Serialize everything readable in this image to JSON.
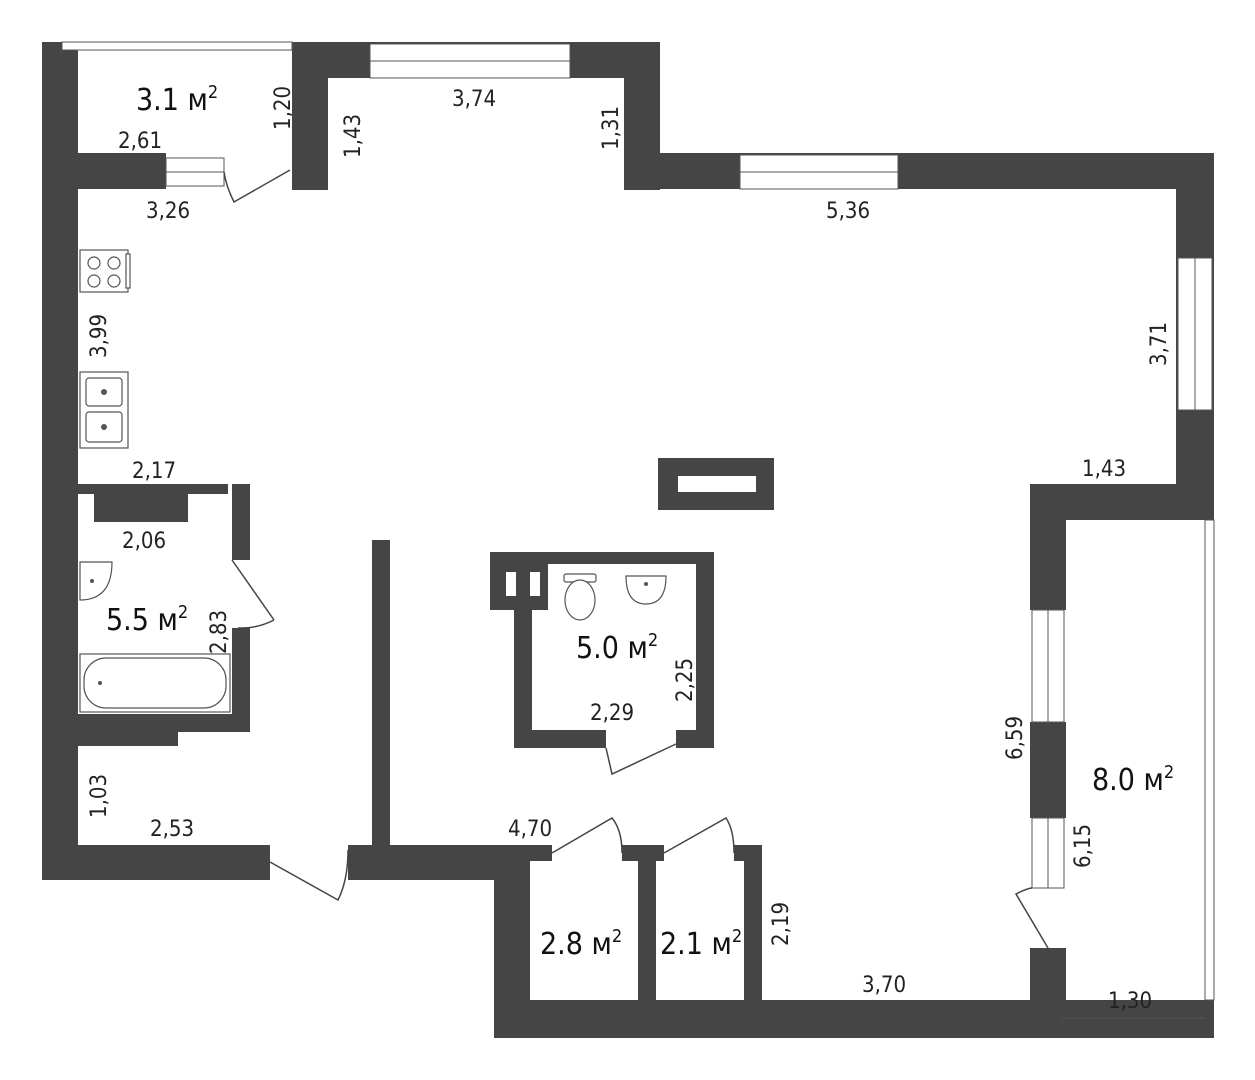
{
  "rooms": [
    {
      "id": "balcony-top",
      "area": "3.1",
      "unit": "м"
    },
    {
      "id": "bathroom",
      "area": "5.5",
      "unit": "м"
    },
    {
      "id": "wc",
      "area": "5.0",
      "unit": "м"
    },
    {
      "id": "loggia",
      "area": "8.0",
      "unit": "м"
    },
    {
      "id": "storage-1",
      "area": "2.8",
      "unit": "м"
    },
    {
      "id": "storage-2",
      "area": "2.1",
      "unit": "м"
    }
  ],
  "area_superscript": "2",
  "dimensions": {
    "d_1_20": "1,20",
    "d_3_74": "3,74",
    "d_2_61": "2,61",
    "d_1_43_top": "1,43",
    "d_1_31": "1,31",
    "d_3_26": "3,26",
    "d_5_36": "5,36",
    "d_3_99": "3,99",
    "d_3_71": "3,71",
    "d_2_17": "2,17",
    "d_1_43_right": "1,43",
    "d_2_06": "2,06",
    "d_2_83": "2,83",
    "d_2_25": "2,25",
    "d_2_29": "2,29",
    "d_6_59": "6,59",
    "d_1_03": "1,03",
    "d_2_53": "2,53",
    "d_4_70": "4,70",
    "d_6_15": "6,15",
    "d_2_19": "2,19",
    "d_3_70": "3,70",
    "d_1_30": "1,30"
  }
}
